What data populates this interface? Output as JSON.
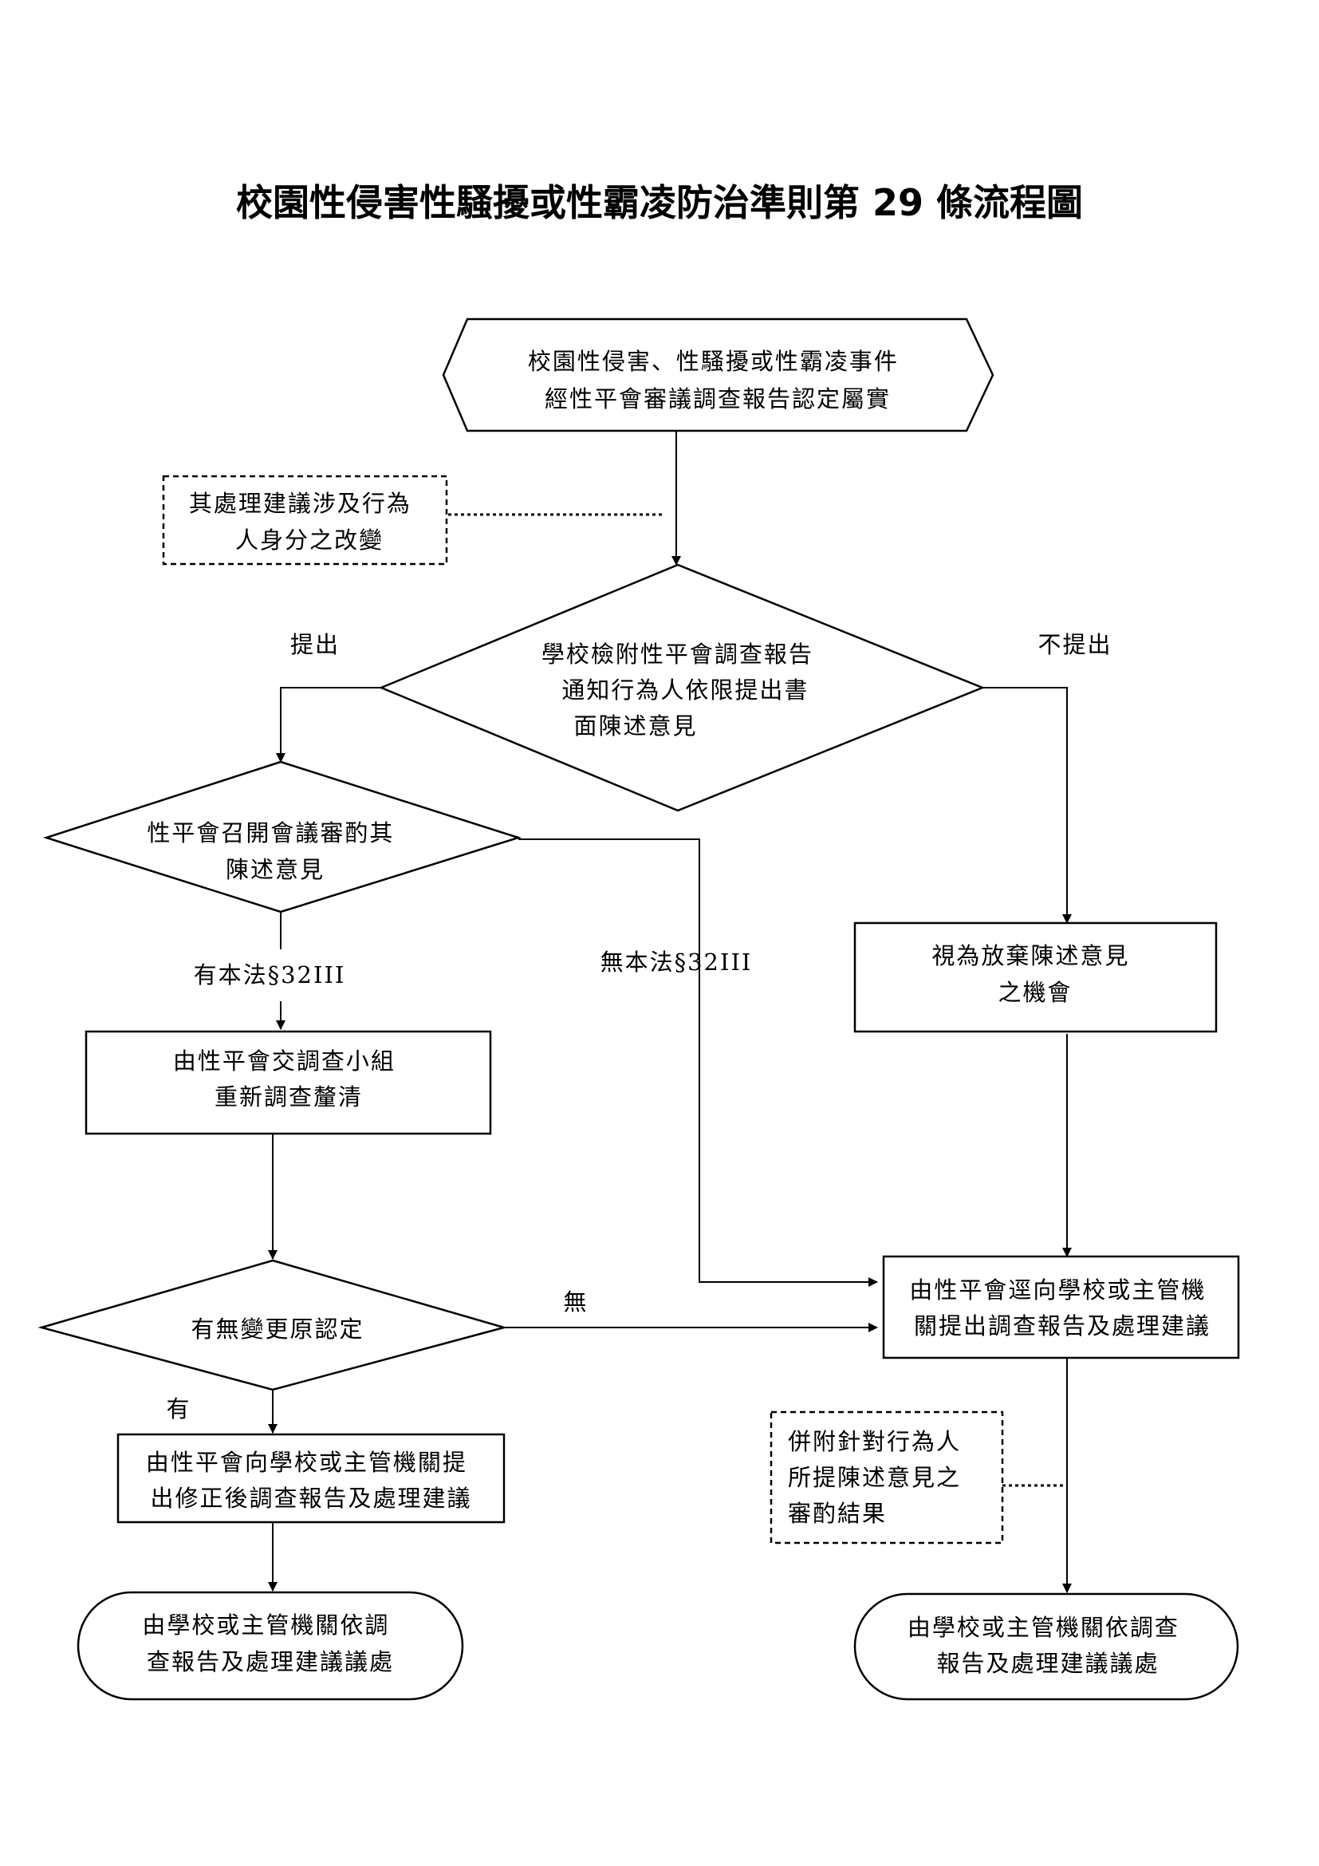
{
  "title": "校園性侵害性騷擾或性霸凌防治準則第 29 條流程圖",
  "nodes": {
    "start": [
      "校園性侵害、性騷擾或性霸凌事件",
      "經性平會審議調查報告認定屬實"
    ],
    "note_identity": [
      "其處理建議涉及行為",
      "人身分之改變"
    ],
    "notify_decision": [
      "學校檢附性平會調查報告",
      "通知行為人依限提出書",
      "面陳述意見"
    ],
    "committee_review": [
      "性平會召開會議審酌其",
      "陳述意見"
    ],
    "waive": [
      "視為放棄陳述意見",
      "之機會"
    ],
    "reinvestigate": [
      "由性平會交調查小組",
      "重新調查釐清"
    ],
    "change_decision": [
      "有無變更原認定"
    ],
    "submit_original": [
      "由性平會逕向學校或主管機",
      "關提出調查報告及處理建議"
    ],
    "submit_revised": [
      "由性平會向學校或主管機關提",
      "出修正後調查報告及處理建議"
    ],
    "note_attach": [
      "併附針對行為人",
      "所提陳述意見之",
      "審酌結果"
    ],
    "end_left": [
      "由學校或主管機關依調",
      "查報告及處理建議議處"
    ],
    "end_right": [
      "由學校或主管機關依調查",
      "報告及處理建議議處"
    ]
  },
  "edge_labels": {
    "submit": "提出",
    "not_submit": "不提出",
    "has_32": "有本法§32III",
    "no_32": "無本法§32III",
    "none": "無",
    "yes": "有"
  }
}
